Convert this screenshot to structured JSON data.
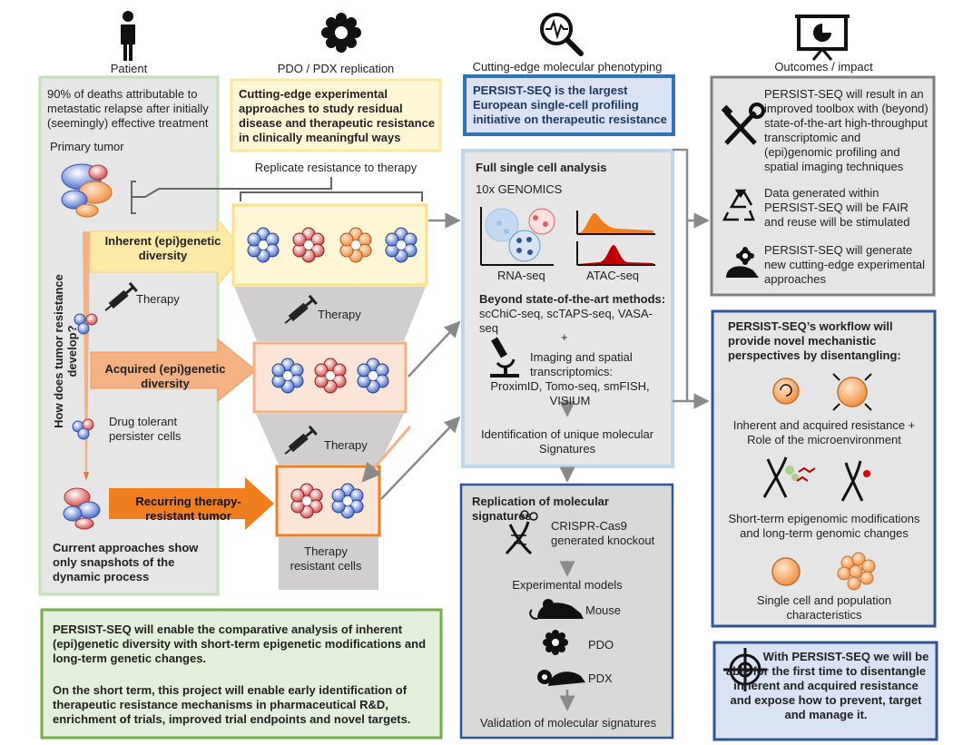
{
  "headers": {
    "patient": "Patient",
    "pdo": "PDO / PDX replication",
    "molecular": "Cutting-edge molecular phenotyping",
    "outcomes": "Outcomes / impact"
  },
  "patient_col": {
    "deaths": "90% of deaths attributable to metastatic relapse after initially (seemingly) effective treatment",
    "primary_tumor": "Primary tumor",
    "vertical_question": "How does tumor resistance develop?",
    "inherent": "Inherent (epi)genetic diversity",
    "therapy": "Therapy",
    "acquired": "Acquired (epi)genetic diversity",
    "drug_tolerant": "Drug tolerant persister cells",
    "recurring": "Recurring therapy-resistant tumor",
    "current": "Current approaches show only snapshots of the dynamic process"
  },
  "pdo_col": {
    "intro": "Cutting-edge experimental approaches to study residual disease and therapeutic resistance in clinically meaningful ways",
    "replicate": "Replicate resistance to therapy",
    "therapy1": "Therapy",
    "therapy2": "Therapy",
    "resistant_cells": "Therapy resistant cells"
  },
  "molecular_col": {
    "largest": "PERSIST-SEQ is the largest European single-cell profiling initiative on therapeutic resistance",
    "full_sc": "Full single cell analysis",
    "genomics": "10x GENOMICS",
    "rnaseq": "RNA-seq",
    "atacseq": "ATAC-seq",
    "beyond": "Beyond state-of-the-art methods:",
    "methods": "scChiC-seq, scTAPS-seq, VASA-seq",
    "plus": "+",
    "imaging": "Imaging and spatial transcriptomics:",
    "imaging_methods": "ProximID, Tomo-seq, smFISH, VISIUM",
    "identification": "Identification of unique molecular Signatures",
    "replication": "Replication of molecular signatures",
    "crispr": "CRISPR-Cas9 generated knockout",
    "models": "Experimental models",
    "mouse": "Mouse",
    "pdo": "PDO",
    "pdx": "PDX",
    "validation": "Validation of  molecular signatures"
  },
  "outcomes_col": {
    "toolbox": "PERSIST-SEQ will result in an improved toolbox with (beyond) state-of-the-art high-throughput transcriptomic and (epi)genomic profiling and spatial imaging techniques",
    "fair": "Data generated within PERSIST-SEQ will be FAIR and reuse will be stimulated",
    "approaches": "PERSIST-SEQ will generate new cutting-edge experimental approaches",
    "workflow": "PERSIST-SEQ’s workflow will provide novel mechanistic perspectives by disentangling:",
    "inherent_acquired": "Inherent and acquired resistance + Role of the microenvironment",
    "short_term": "Short-term epigenomic modifications and long-term genomic changes",
    "single_cell": "Single cell and population characteristics",
    "disentangle": "With PERSIST-SEQ we will be able for the first  time to disentangle inherent and acquired resistance and expose how to prevent, target and manage it."
  },
  "bottom_box": {
    "p1": "PERSIST-SEQ will enable the comparative analysis of inherent (epi)genetic diversity with short-term epigenetic modifications and long-term genetic changes.",
    "p2": "On the short term, this project will enable early identification of therapeutic resistance mechanisms in pharmaceutical R&D, enrichment of trials, improved trial endpoints and novel targets."
  },
  "colors": {
    "green_border": "#b8dca0",
    "green_bg": "#e7e6e6",
    "yellow_border": "#fbe5a2",
    "yellow_bg": "#fff6d5",
    "orange": "#f07d1e",
    "blue_border": "#2f5597",
    "light_blue_border": "#9dc3e6",
    "grey_bg": "#e5e5e5",
    "bottom_green": "#70ad47",
    "bottom_bg": "#e2efda",
    "lilac_bg": "#dae3f3"
  },
  "icons": [
    "person-icon",
    "gear-icon",
    "magnifier-chart-icon",
    "presentation-icon",
    "wrench-icon",
    "recycle-icon",
    "mouse-gear-icon",
    "target-icon",
    "microscope-icon",
    "dna-scissors-icon",
    "mouse-icon",
    "pdx-icon"
  ]
}
